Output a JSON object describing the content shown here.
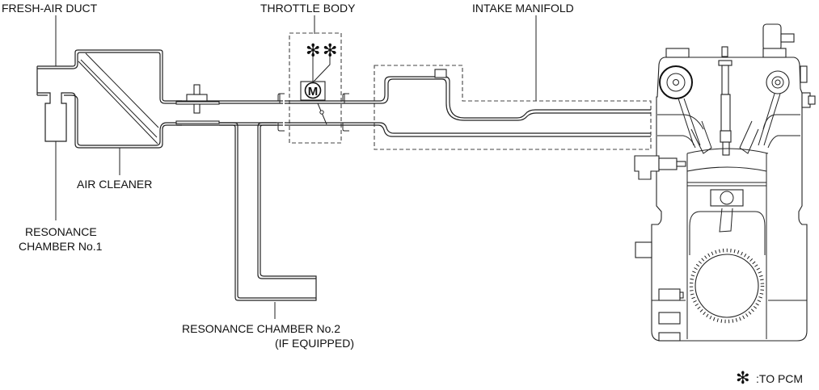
{
  "labels": {
    "fresh_air_duct": "FRESH-AIR DUCT",
    "throttle_body": "THROTTLE BODY",
    "intake_manifold": "INTAKE MANIFOLD",
    "air_cleaner": "AIR CLEANER",
    "resonance_chamber_1_line1": "RESONANCE",
    "resonance_chamber_1_line2": "CHAMBER No.1",
    "resonance_chamber_2_line1": "RESONANCE CHAMBER No.2",
    "resonance_chamber_2_line2": "(IF EQUIPPED)"
  },
  "throttle_motor": {
    "symbol": "M"
  },
  "legend": {
    "symbol": "✻",
    "text": ":TO PCM"
  }
}
